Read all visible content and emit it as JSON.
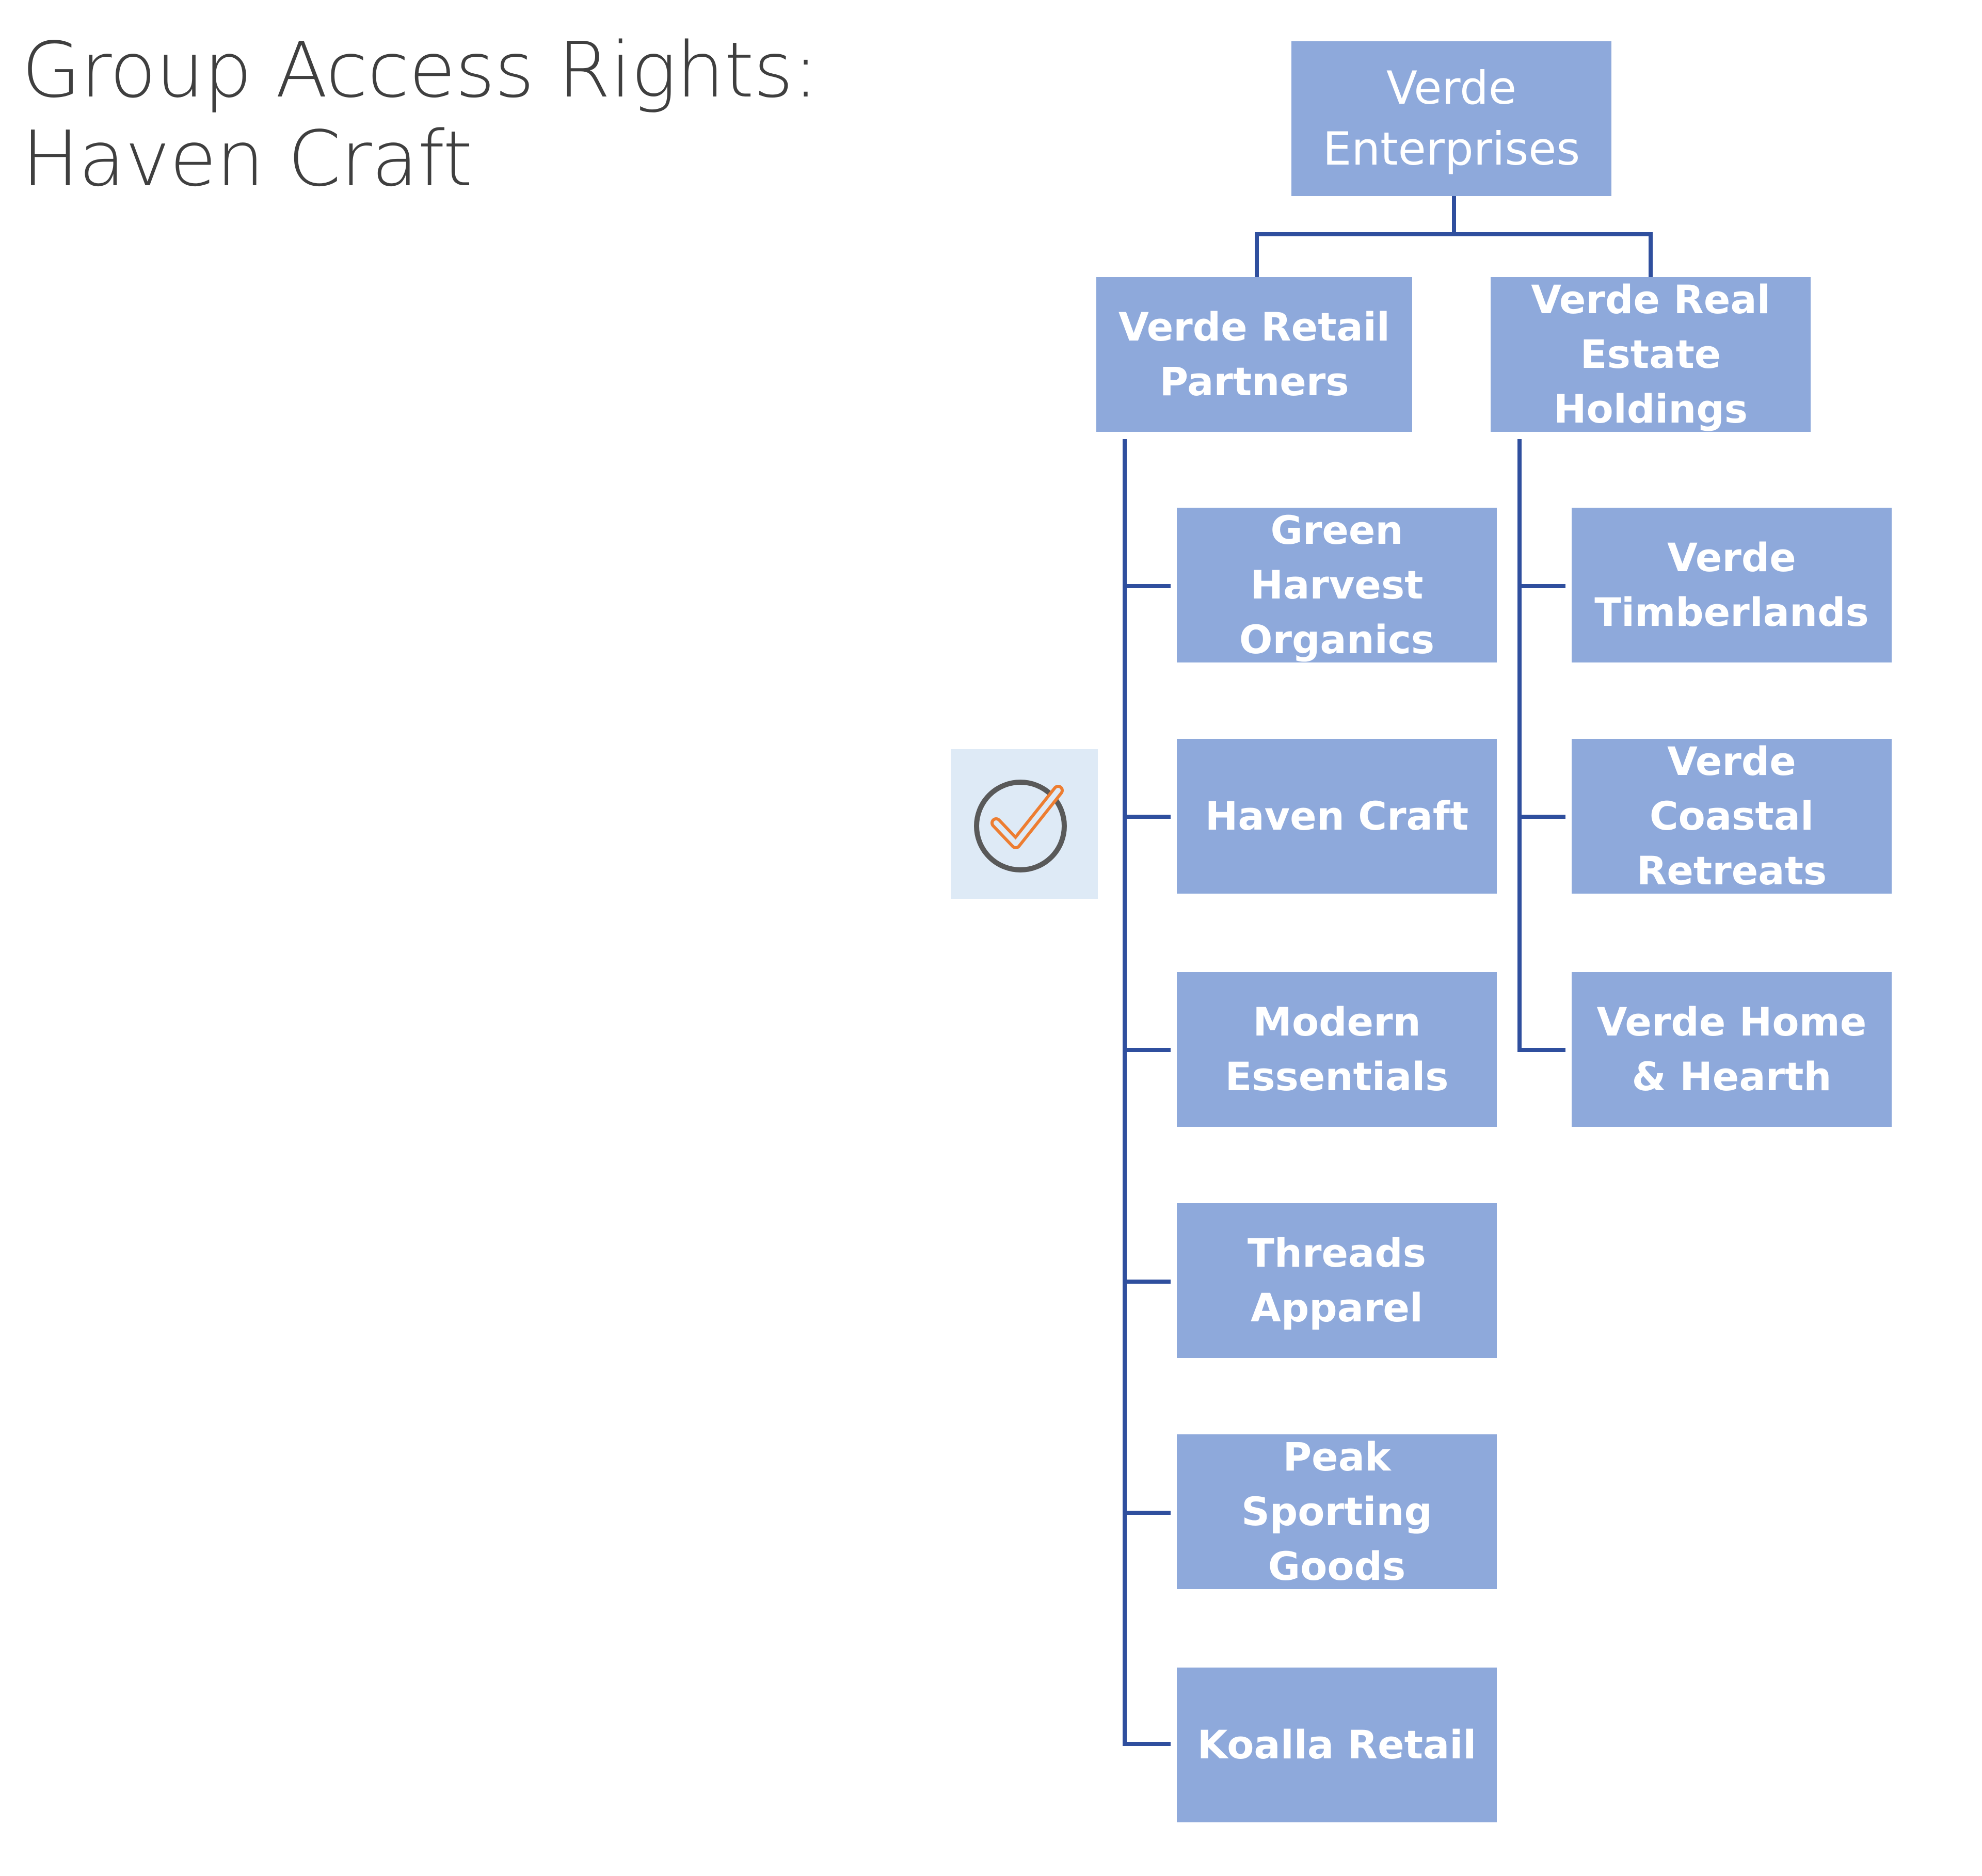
{
  "title": {
    "line1": "Group Access Rights:",
    "line2": "Haven Craft"
  },
  "root": {
    "label": "Verde Enterprises"
  },
  "groups": [
    {
      "label": "Verde Retail Partners",
      "children": [
        {
          "label": "Green Harvest Organics"
        },
        {
          "label": "Haven Craft",
          "access_granted": true
        },
        {
          "label": "Modern Essentials"
        },
        {
          "label": "Threads Apparel"
        },
        {
          "label": "Peak Sporting Goods"
        },
        {
          "label": "Koalla Retail"
        }
      ]
    },
    {
      "label": "Verde Real Estate Holdings",
      "children": [
        {
          "label": "Verde Timberlands"
        },
        {
          "label": "Verde Coastal Retreats"
        },
        {
          "label": "Verde Home & Hearth"
        }
      ]
    }
  ],
  "access_badge": {
    "icon": "check-circle-icon",
    "target": "Haven Craft"
  },
  "colors": {
    "node_fill": "#8ea9db",
    "node_text": "#ffffff",
    "connector": "#2f4f9e",
    "badge_background": "#deeaf6",
    "check_mark": "#ed7d31",
    "check_circle": "#595959",
    "title_text": "#3f3f3f"
  }
}
